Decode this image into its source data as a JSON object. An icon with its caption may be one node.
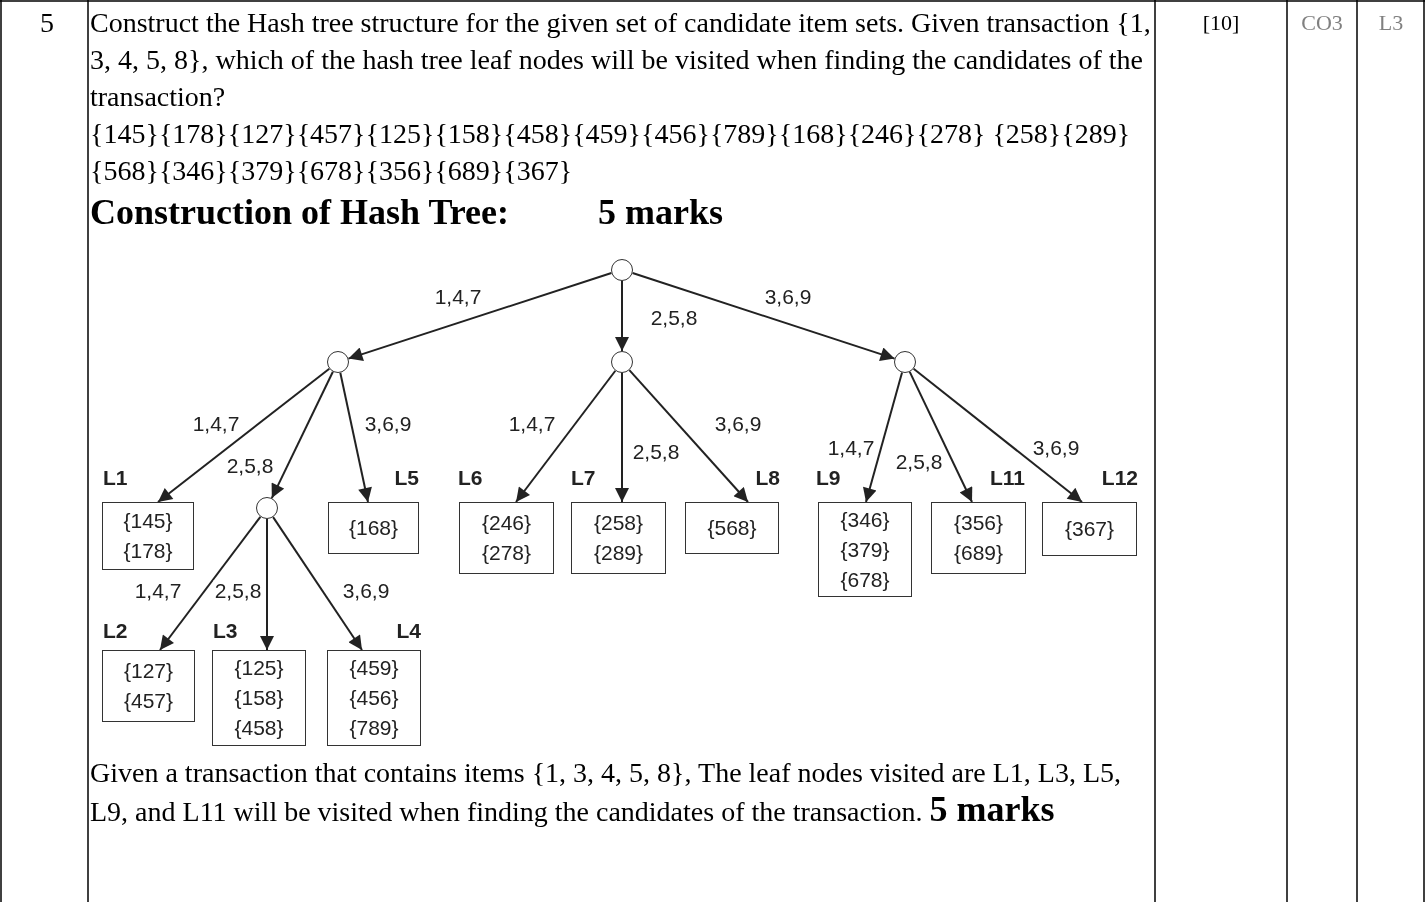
{
  "diagram": {
    "title": "Construction of Hash Tree:",
    "nodes": [
      {
        "text": [],
        "shape": "circle"
      },
      {
        "text": [],
        "shape": "circle"
      },
      {
        "text": [],
        "shape": "circle"
      },
      {
        "text": [],
        "shape": "circle"
      },
      {
        "text": [
          "{145} {178}"
        ],
        "beside": [
          "L1"
        ]
      },
      {
        "text": [],
        "shape": "circle"
      },
      {
        "text": [
          "{168}"
        ],
        "beside": [
          "L5"
        ]
      },
      {
        "text": [
          "{127} {457}"
        ],
        "beside": [
          "L2"
        ]
      },
      {
        "text": [
          "{125} {158} {458}"
        ],
        "beside": [
          "L3"
        ]
      },
      {
        "text": [
          "{459} {456} {789}"
        ],
        "beside": [
          "L4"
        ]
      },
      {
        "text": [
          "{246} {278}"
        ],
        "beside": [
          "L6"
        ]
      },
      {
        "text": [
          "{258} {289}"
        ],
        "beside": [
          "L7"
        ]
      },
      {
        "text": [
          "{568}"
        ],
        "beside": [
          "L8"
        ]
      },
      {
        "text": [
          "{346} {379} {678}"
        ],
        "beside": [
          "L9"
        ]
      },
      {
        "text": [
          "{356} {689}"
        ],
        "beside": [
          "L11"
        ]
      },
      {
        "text": [
          "{367}"
        ],
        "beside": [
          "L12"
        ]
      }
    ],
    "edges": [
      {
        "from": 0,
        "to": 1,
        "arrow": "to",
        "label": "1,4,7"
      },
      {
        "from": 0,
        "to": 2,
        "arrow": "to",
        "label": "2,5,8"
      },
      {
        "from": 0,
        "to": 3,
        "arrow": "to",
        "label": "3,6,9"
      },
      {
        "from": 1,
        "to": 4,
        "arrow": "to",
        "label": "1,4,7"
      },
      {
        "from": 1,
        "to": 5,
        "arrow": "to",
        "label": "2,5,8"
      },
      {
        "from": 1,
        "to": 6,
        "arrow": "to",
        "label": "3,6,9"
      },
      {
        "from": 5,
        "to": 7,
        "arrow": "to",
        "label": "1,4,7"
      },
      {
        "from": 5,
        "to": 8,
        "arrow": "to",
        "label": "2,5,8"
      },
      {
        "from": 5,
        "to": 9,
        "arrow": "to",
        "label": "3,6,9"
      },
      {
        "from": 2,
        "to": 10,
        "arrow": "to",
        "label": "1,4,7"
      },
      {
        "from": 2,
        "to": 11,
        "arrow": "to",
        "label": "2,5,8"
      },
      {
        "from": 2,
        "to": 12,
        "arrow": "to",
        "label": "3,6,9"
      },
      {
        "from": 3,
        "to": 13,
        "arrow": "to",
        "label": "1,4,7"
      },
      {
        "from": 3,
        "to": 14,
        "arrow": "to",
        "label": "2,5,8"
      },
      {
        "from": 3,
        "to": 15,
        "arrow": "to",
        "label": "3,6,9"
      }
    ],
    "labels": [
      "5",
      "Construct the Hash tree structure for the given set of candidate item sets. Given transaction {1, 3, 4, 5, 8}, which of the hash tree leaf nodes will be visited when finding the candidates of the transaction?",
      "[10]",
      "CO3",
      "L3",
      "{145}{178}{127}{457}{125}{158}{458}{459}{456}{789}{168}{246}{278} {258}{289}{568}{346}{379}{678}{356}{689}{367}",
      "5 marks",
      "Given a transaction that contains items {1, 3, 4, 5, 8}, The leaf nodes visited are L1, L3, L5, L9, and L11 will be visited when finding the candidates of the transaction. **5 marks**"
    ]
  }
}
